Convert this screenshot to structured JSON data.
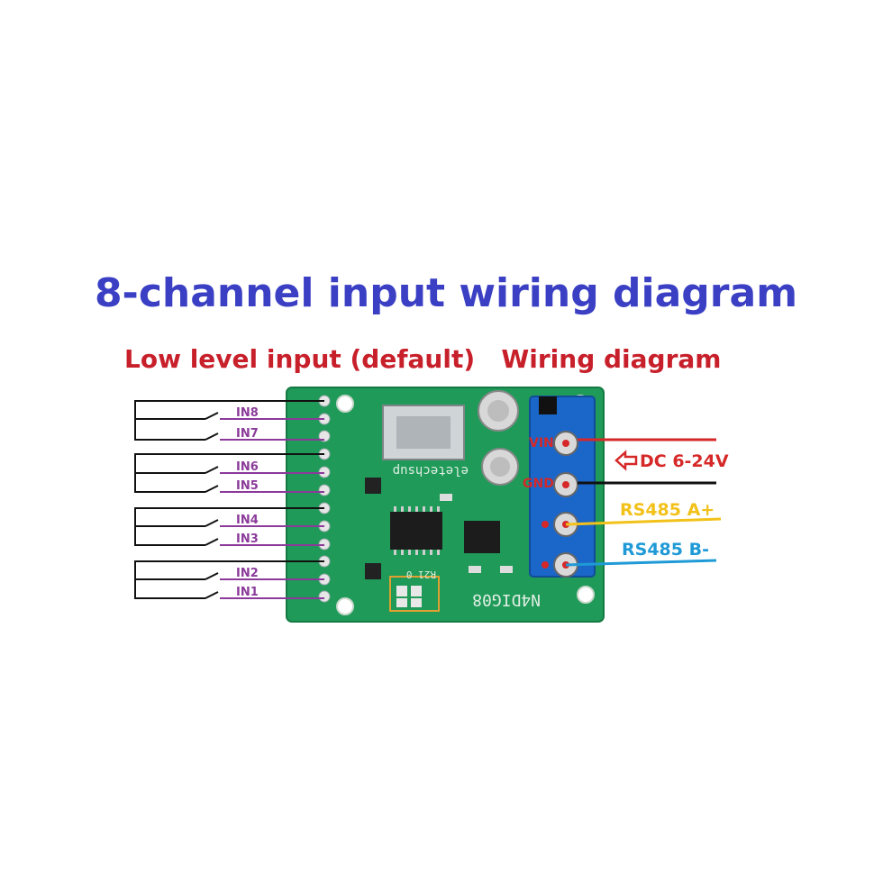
{
  "title": "8-channel input wiring diagram",
  "subtitle": {
    "part1": "Low level input (default)",
    "part2": "Wiring diagram"
  },
  "inputs": [
    "IN8",
    "IN7",
    "IN6",
    "IN5",
    "IN4",
    "IN3",
    "IN2",
    "IN1"
  ],
  "right_labels": {
    "power": "DC 6-24V",
    "rs485_a": "RS485 A+",
    "rs485_b": "RS485 B-"
  },
  "board": {
    "model": "N4DIG08",
    "brand": "eletechsup",
    "terminal_vin": "VIN",
    "terminal_gnd": "GND",
    "jumper_label": "R21 0"
  },
  "colors": {
    "title": "#3a3fc4",
    "subtitle": "#c8202b",
    "input_label": "#8b3a9a",
    "power_wire": "#d62828",
    "ground_wire": "#111111",
    "rs485_a": "#f2c11a",
    "rs485_b": "#1f9ad6",
    "pcb": "#1f9a58",
    "terminal": "#1b66c9"
  }
}
